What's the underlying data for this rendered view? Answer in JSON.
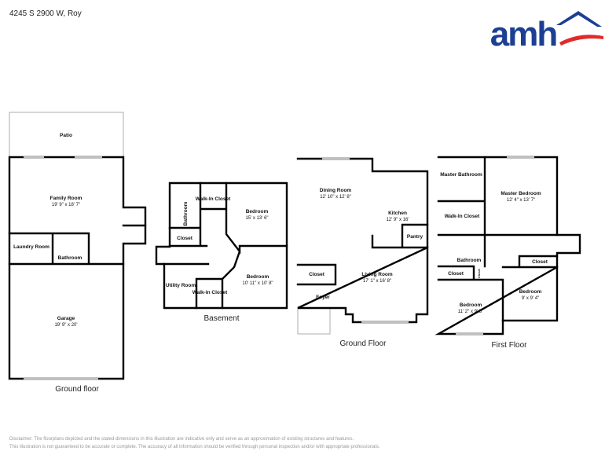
{
  "header": {
    "address": "4245 S 2900 W, Roy"
  },
  "logo": {
    "text": "amh",
    "brand_color": "#1c3f94",
    "accent_color": "#e02b2b"
  },
  "floors": [
    {
      "name": "Ground floor",
      "rooms": [
        {
          "name": "Patio",
          "dims": ""
        },
        {
          "name": "Family Room",
          "dims": "19' 9\" x 18' 7\""
        },
        {
          "name": "Laundry Room",
          "dims": ""
        },
        {
          "name": "Bathroom",
          "dims": ""
        },
        {
          "name": "Garage",
          "dims": "19' 9\" x 20'"
        }
      ]
    },
    {
      "name": "Basement",
      "rooms": [
        {
          "name": "Bathroom",
          "dims": ""
        },
        {
          "name": "Walk-In Closet",
          "dims": ""
        },
        {
          "name": "Bedroom",
          "dims": "15' x 13' 6\""
        },
        {
          "name": "Closet",
          "dims": ""
        },
        {
          "name": "Bedroom",
          "dims": "10' 11\" x 10' 8\""
        },
        {
          "name": "Utility Room",
          "dims": ""
        },
        {
          "name": "Walk-In Closet",
          "dims": ""
        }
      ]
    },
    {
      "name": "Ground Floor",
      "rooms": [
        {
          "name": "Dining Room",
          "dims": "12' 10\" x 12' 8\""
        },
        {
          "name": "Kitchen",
          "dims": "12' 9\" x 16'"
        },
        {
          "name": "Pantry",
          "dims": ""
        },
        {
          "name": "Closet",
          "dims": ""
        },
        {
          "name": "Foyer",
          "dims": ""
        },
        {
          "name": "Living Room",
          "dims": "17' 1\" x 16' 8\""
        }
      ]
    },
    {
      "name": "First Floor",
      "rooms": [
        {
          "name": "Master Bathroom",
          "dims": ""
        },
        {
          "name": "Master Bedroom",
          "dims": "12' 4\" x 13' 7\""
        },
        {
          "name": "Walk-In Closet",
          "dims": ""
        },
        {
          "name": "Bathroom",
          "dims": ""
        },
        {
          "name": "Closet",
          "dims": ""
        },
        {
          "name": "Closet",
          "dims": ""
        },
        {
          "name": "Closet",
          "dims": ""
        },
        {
          "name": "Bedroom",
          "dims": "11' 2\" x 9' 5\""
        },
        {
          "name": "Bedroom",
          "dims": "9' x 9' 4\""
        }
      ]
    }
  ],
  "disclaimer": {
    "line1": "Disclaimer: The floorplans depicted and the stated dimensions in this illustration are indicative only and serve as an approximation of existing structures and features.",
    "line2": "This illustration is not guaranteed to be accurate or complete. The accuracy of all information should be verified through personal inspection and/or with appropriate professionals."
  }
}
